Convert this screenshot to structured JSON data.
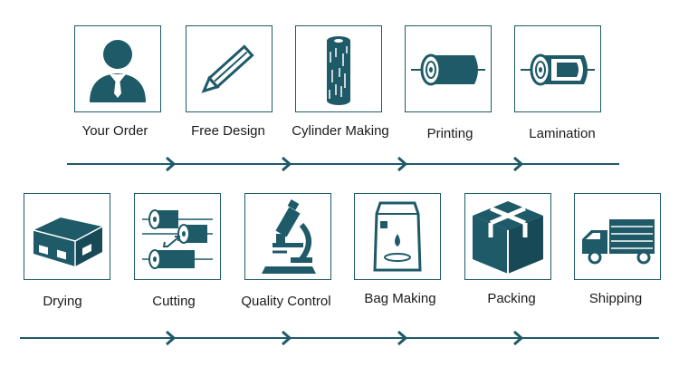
{
  "steps_row1": [
    {
      "label": "Your Order",
      "icon": "person-icon"
    },
    {
      "label": "Free Design",
      "icon": "pen-icon"
    },
    {
      "label": "Cylinder Making",
      "icon": "cylinder-icon"
    },
    {
      "label": "Printing",
      "icon": "printing-roll-icon"
    },
    {
      "label": "Lamination",
      "icon": "lamination-roll-icon"
    }
  ],
  "steps_row2": [
    {
      "label": "Drying",
      "icon": "drying-oven-icon"
    },
    {
      "label": "Cutting",
      "icon": "cutting-rolls-icon"
    },
    {
      "label": "Quality Control",
      "icon": "microscope-icon"
    },
    {
      "label": "Bag Making",
      "icon": "bag-icon"
    },
    {
      "label": "Packing",
      "icon": "box-icon"
    },
    {
      "label": "Shipping",
      "icon": "truck-icon"
    }
  ],
  "colors": {
    "accent": "#1e5a68",
    "text": "#1a1a1a",
    "background": "#ffffff"
  }
}
